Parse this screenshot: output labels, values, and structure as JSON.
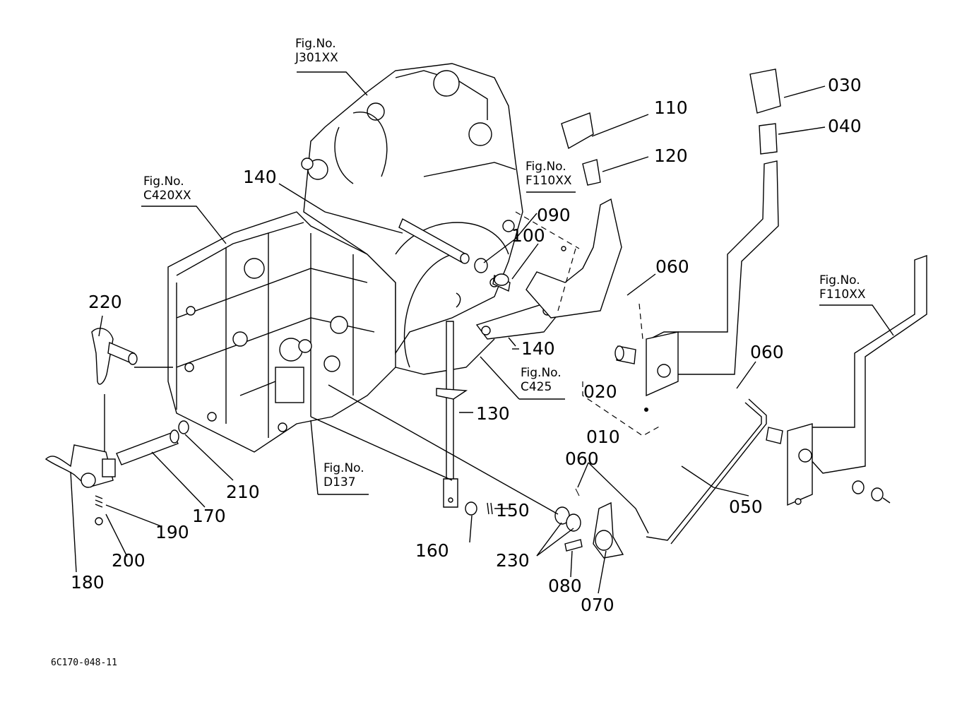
{
  "fig_refs": [
    {
      "id": "j301",
      "line1": "Fig.No.",
      "line2": "J301XX"
    },
    {
      "id": "c420",
      "line1": "Fig.No.",
      "line2": "C420XX"
    },
    {
      "id": "f110a",
      "line1": "Fig.No.",
      "line2": "F110XX"
    },
    {
      "id": "f110b",
      "line1": "Fig.No.",
      "line2": "F110XX"
    },
    {
      "id": "c425",
      "line1": "Fig.No.",
      "line2": "C425"
    },
    {
      "id": "d137",
      "line1": "Fig.No.",
      "line2": "D137"
    }
  ],
  "parts": {
    "p010": "010",
    "p020": "020",
    "p030": "030",
    "p040": "040",
    "p050": "050",
    "p060a": "060",
    "p060b": "060",
    "p060c": "060",
    "p070": "070",
    "p080": "080",
    "p090": "090",
    "p100": "100",
    "p110": "110",
    "p120": "120",
    "p130": "130",
    "p140a": "140",
    "p140b": "140",
    "p150": "150",
    "p160": "160",
    "p170": "170",
    "p180": "180",
    "p190": "190",
    "p200": "200",
    "p210": "210",
    "p220": "220",
    "p230": "230"
  },
  "diagram_code": "6C170-048-11"
}
